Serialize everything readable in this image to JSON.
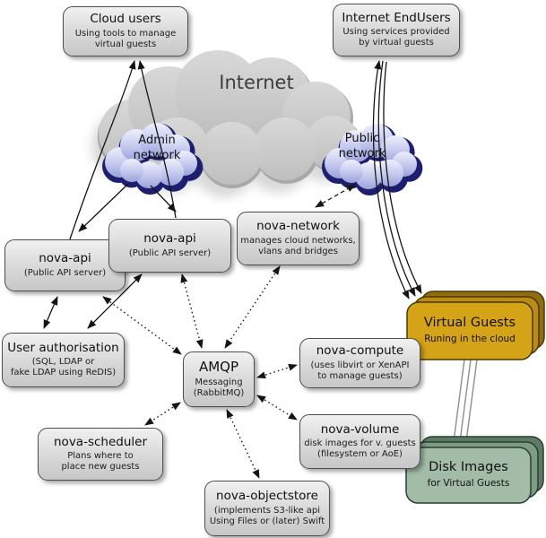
{
  "nodes": {
    "cloud_users": {
      "title": "Cloud users",
      "subtitle": "Using tools to manage\nvirtual guests"
    },
    "internet_endusers": {
      "title": "Internet EndUsers",
      "subtitle": "Using services provided\nby virtual guests"
    },
    "internet_cloud": {
      "label": "Internet"
    },
    "admin_network": {
      "label": "Admin\nnetwork"
    },
    "public_network": {
      "label": "Public\nnetwork"
    },
    "nova_api_left": {
      "title": "nova-api",
      "subtitle": "(Public API server)"
    },
    "nova_api_right": {
      "title": "nova-api",
      "subtitle": "(Public API server)"
    },
    "nova_network": {
      "title": "nova-network",
      "subtitle": "manages cloud networks,\nvlans and bridges"
    },
    "user_authorisation": {
      "title": "User authorisation",
      "subtitle": "(SQL, LDAP or\nfake LDAP using ReDIS)"
    },
    "amqp": {
      "title": "AMQP",
      "subtitle": "Messaging\n(RabbitMQ)"
    },
    "nova_compute": {
      "title": "nova-compute",
      "subtitle": "(uses libvirt or XenAPI\nto manage guests)"
    },
    "nova_volume": {
      "title": "nova-volume",
      "subtitle": "disk images for v. guests\n(filesystem or AoE)"
    },
    "nova_scheduler": {
      "title": "nova-scheduler",
      "subtitle": "Plans where to\nplace new guests"
    },
    "nova_objectstore": {
      "title": "nova-objectstore",
      "subtitle": "(implements S3-like api\nUsing Files or (later) Swift"
    },
    "virtual_guests": {
      "title": "Virtual Guests",
      "subtitle": "Runing in the cloud"
    },
    "disk_images": {
      "title": "Disk Images",
      "subtitle": "for Virtual Guests"
    }
  },
  "colors": {
    "node_border": "#4e4e4e",
    "network_cloud_border": "#1e1e70",
    "internet_cloud_fill": "#c9c9c9",
    "guest_front": "#d4a318",
    "guest_mid": "#b88c15",
    "guest_back": "#8f6d10",
    "guest_border": "#4a3a05",
    "disk_front": "#a3bca7",
    "disk_mid": "#7e9c85",
    "disk_back": "#5c7a64",
    "disk_border": "#26402f",
    "arrow": "#151515"
  }
}
